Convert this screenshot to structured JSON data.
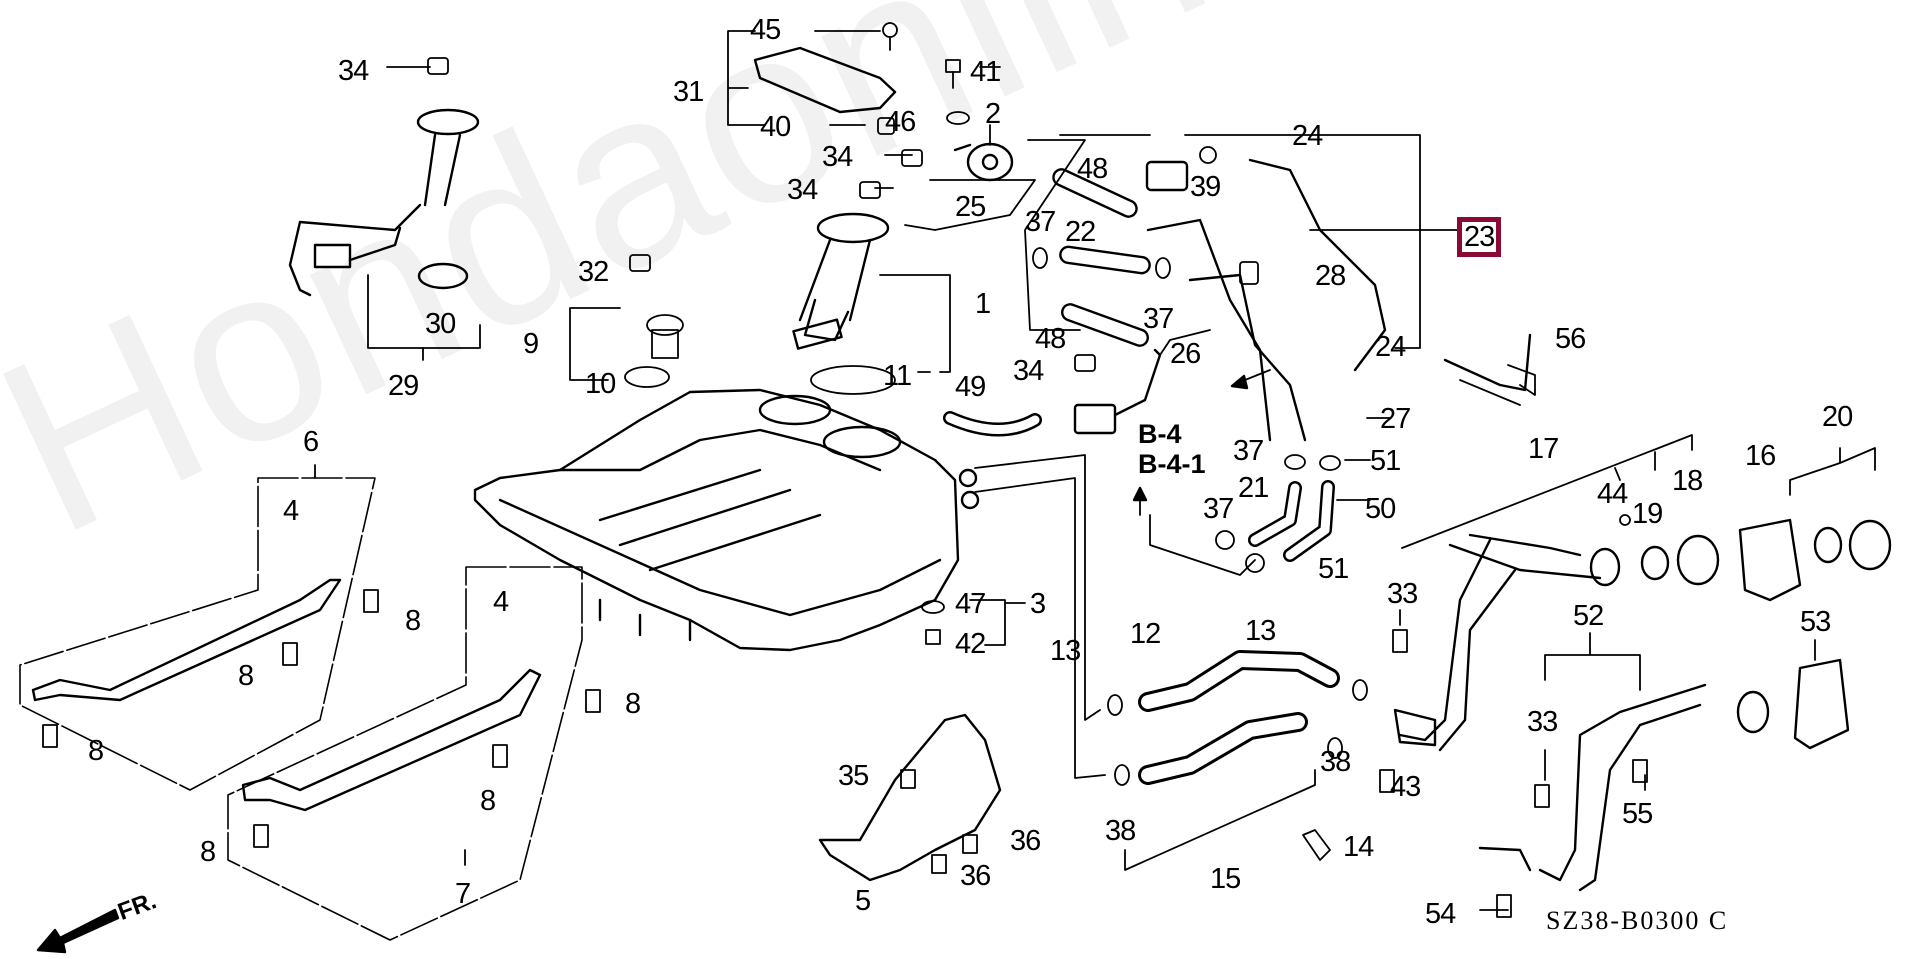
{
  "diagram": {
    "diagram_code": "SZ38-B0300 C",
    "watermark": "Hondaonline.ru",
    "direction_label": "FR.",
    "highlight_color": "#8b0a33",
    "highlighted_part": "23",
    "section_refs": [
      "B-4",
      "B-4-1"
    ],
    "labels": [
      {
        "id": "l34a",
        "text": "34"
      },
      {
        "id": "l30",
        "text": "30"
      },
      {
        "id": "l29",
        "text": "29"
      },
      {
        "id": "l45",
        "text": "45"
      },
      {
        "id": "l31",
        "text": "31"
      },
      {
        "id": "l40",
        "text": "40"
      },
      {
        "id": "l46",
        "text": "46"
      },
      {
        "id": "l41",
        "text": "41"
      },
      {
        "id": "l2",
        "text": "2"
      },
      {
        "id": "l34b",
        "text": "34"
      },
      {
        "id": "l34c",
        "text": "34"
      },
      {
        "id": "l25",
        "text": "25"
      },
      {
        "id": "l24a",
        "text": "24"
      },
      {
        "id": "l48a",
        "text": "48"
      },
      {
        "id": "l39",
        "text": "39"
      },
      {
        "id": "l23",
        "text": "23"
      },
      {
        "id": "l37a",
        "text": "37"
      },
      {
        "id": "l22",
        "text": "22"
      },
      {
        "id": "l28",
        "text": "28"
      },
      {
        "id": "l37b",
        "text": "37"
      },
      {
        "id": "l32",
        "text": "32"
      },
      {
        "id": "l1",
        "text": "1"
      },
      {
        "id": "l9",
        "text": "9"
      },
      {
        "id": "l48b",
        "text": "48"
      },
      {
        "id": "l26",
        "text": "26"
      },
      {
        "id": "l24b",
        "text": "24"
      },
      {
        "id": "l56",
        "text": "56"
      },
      {
        "id": "l10",
        "text": "10"
      },
      {
        "id": "l11",
        "text": "11"
      },
      {
        "id": "l34d",
        "text": "34"
      },
      {
        "id": "l49",
        "text": "49"
      },
      {
        "id": "l27",
        "text": "27"
      },
      {
        "id": "l37c",
        "text": "37"
      },
      {
        "id": "l51a",
        "text": "51"
      },
      {
        "id": "l21",
        "text": "21"
      },
      {
        "id": "l50",
        "text": "50"
      },
      {
        "id": "l37d",
        "text": "37"
      },
      {
        "id": "l51b",
        "text": "51"
      },
      {
        "id": "l6",
        "text": "6"
      },
      {
        "id": "l4a",
        "text": "4"
      },
      {
        "id": "l8a",
        "text": "8"
      },
      {
        "id": "l8b",
        "text": "8"
      },
      {
        "id": "l8c",
        "text": "8"
      },
      {
        "id": "l4b",
        "text": "4"
      },
      {
        "id": "l8d",
        "text": "8"
      },
      {
        "id": "l8e",
        "text": "8"
      },
      {
        "id": "l8f",
        "text": "8"
      },
      {
        "id": "l7",
        "text": "7"
      },
      {
        "id": "l47",
        "text": "47"
      },
      {
        "id": "l3",
        "text": "3"
      },
      {
        "id": "l42",
        "text": "42"
      },
      {
        "id": "l13a",
        "text": "13"
      },
      {
        "id": "l12",
        "text": "12"
      },
      {
        "id": "l13b",
        "text": "13"
      },
      {
        "id": "l35",
        "text": "35"
      },
      {
        "id": "l36a",
        "text": "36"
      },
      {
        "id": "l36b",
        "text": "36"
      },
      {
        "id": "l5",
        "text": "5"
      },
      {
        "id": "l38a",
        "text": "38"
      },
      {
        "id": "l38b",
        "text": "38"
      },
      {
        "id": "l15",
        "text": "15"
      },
      {
        "id": "l14",
        "text": "14"
      },
      {
        "id": "l43",
        "text": "43"
      },
      {
        "id": "l33a",
        "text": "33"
      },
      {
        "id": "l17",
        "text": "17"
      },
      {
        "id": "l44",
        "text": "44"
      },
      {
        "id": "l19",
        "text": "19"
      },
      {
        "id": "l18",
        "text": "18"
      },
      {
        "id": "l16",
        "text": "16"
      },
      {
        "id": "l20",
        "text": "20"
      },
      {
        "id": "l52",
        "text": "52"
      },
      {
        "id": "l33b",
        "text": "33"
      },
      {
        "id": "l53",
        "text": "53"
      },
      {
        "id": "l55",
        "text": "55"
      },
      {
        "id": "l54",
        "text": "54"
      }
    ]
  }
}
